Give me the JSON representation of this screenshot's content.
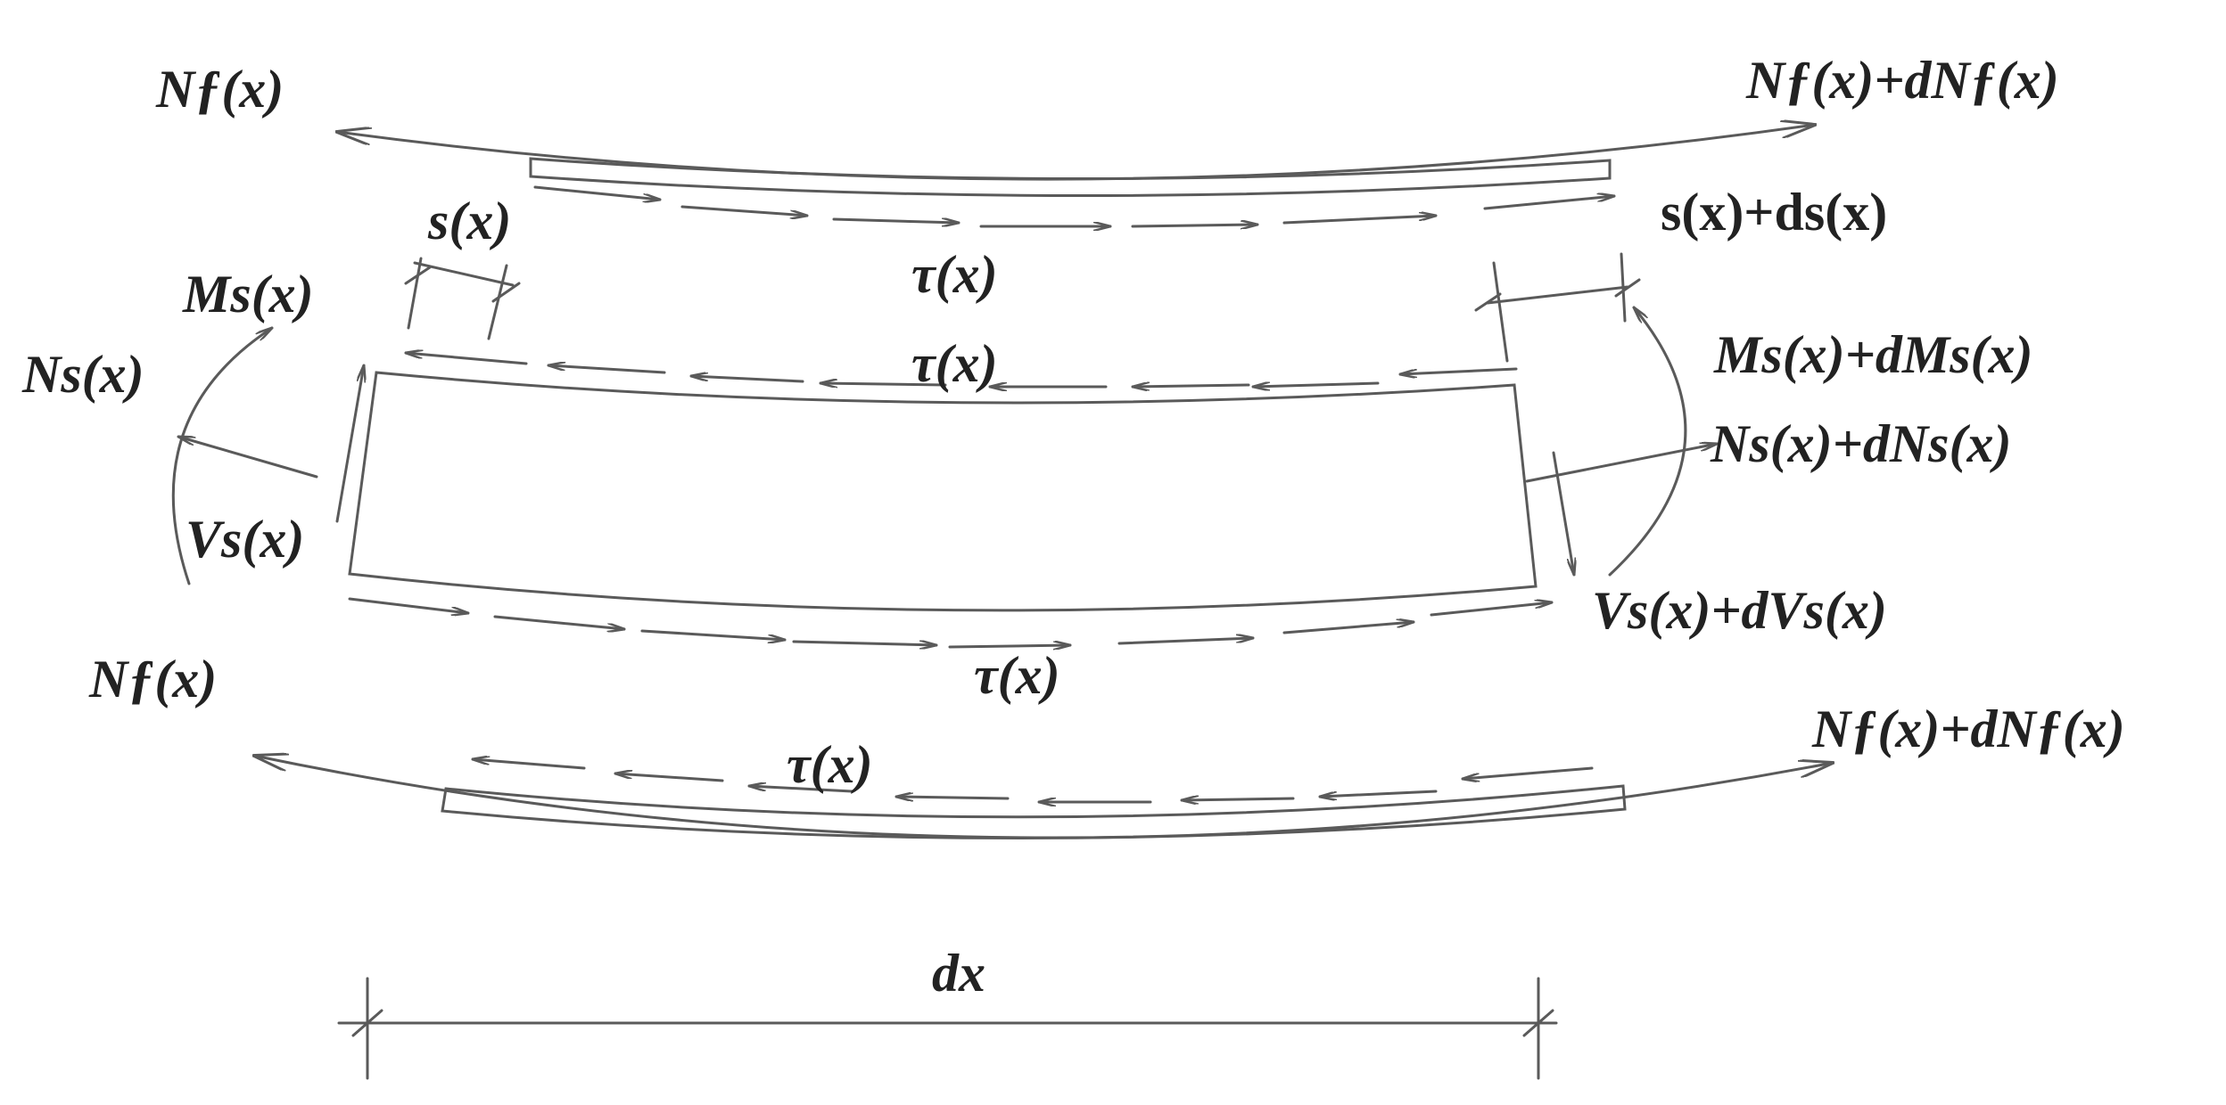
{
  "colors": {
    "line": "#5a5a5a",
    "text": "#222222",
    "background": "#ffffff"
  },
  "labels": {
    "nf_top_left": "Nƒ(x)",
    "nf_top_right": "Nƒ(x)+dNƒ(x)",
    "s_left": "s(x)",
    "s_right": "s(x)+ds(x)",
    "tau_top": "τ(x)",
    "tau_upper_mid": "τ(x)",
    "ms_left": "Ms(x)",
    "ms_right": "Ms(x)+dMs(x)",
    "ns_left": "Ns(x)",
    "ns_right": "Ns(x)+dNs(x)",
    "vs_left": "Vs(x)",
    "vs_right": "Vs(x)+dVs(x)",
    "tau_lower_mid": "τ(x)",
    "nf_bottom_left": "Nƒ(x)",
    "nf_bottom_right": "Nƒ(x)+dNƒ(x)",
    "tau_bottom": "τ(x)",
    "dx": "dx"
  }
}
